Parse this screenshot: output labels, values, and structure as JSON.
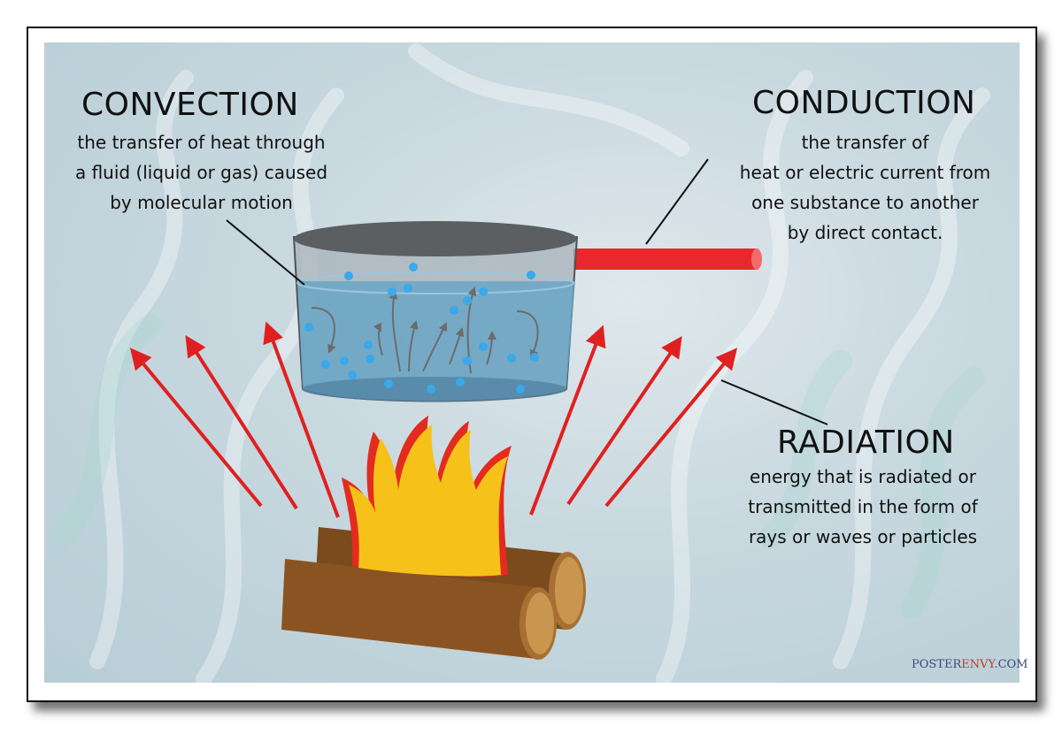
{
  "convection": {
    "title": "CONVECTION",
    "lines": [
      "the transfer of heat through",
      "a fluid (liquid or gas) caused",
      "by molecular motion"
    ]
  },
  "conduction": {
    "title": "CONDUCTION",
    "lines": [
      "the transfer of",
      "heat or electric current from",
      "one substance to another",
      "by direct contact."
    ]
  },
  "radiation": {
    "title": "RADIATION",
    "lines": [
      "energy that is radiated or",
      "transmitted in the form of",
      "rays or waves or particles"
    ]
  },
  "brand": {
    "prefix": "POSTER",
    "accent": "ENVY",
    "suffix": ".COM"
  },
  "colors": {
    "arrow_red": "#e02020",
    "handle_red": "#e8282c",
    "flame_yellow": "#f6c21a",
    "flame_red": "#e32b20",
    "log_brown": "#8a5422",
    "log_end": "#c99650",
    "water_blue": "#6aa6c6",
    "bubble_blue": "#3aa8ec",
    "pot_rim": "#5c5f62"
  }
}
